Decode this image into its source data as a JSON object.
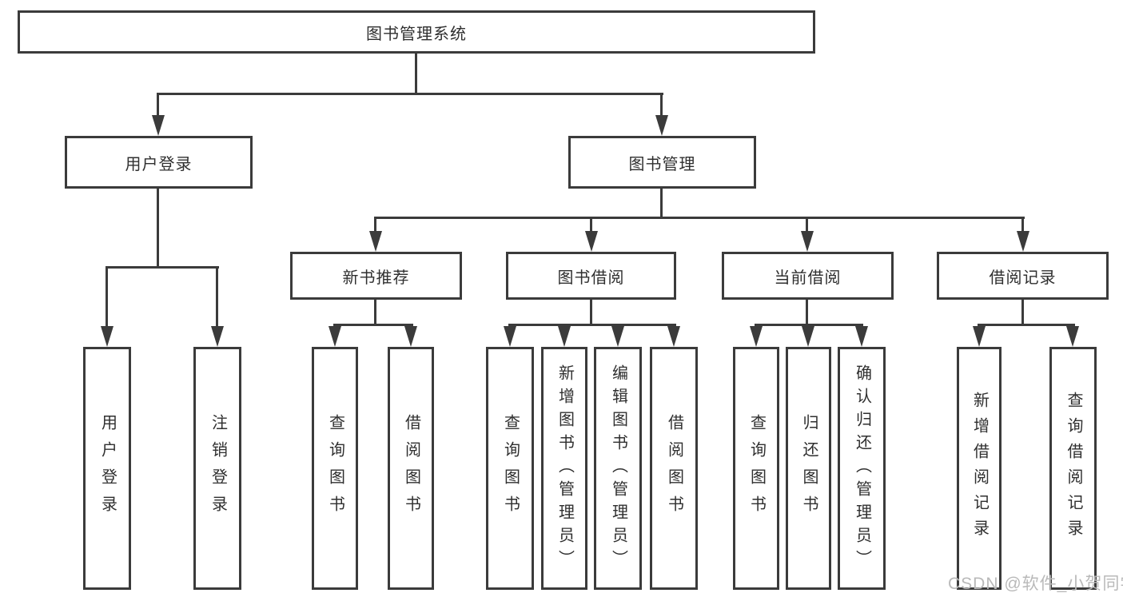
{
  "tree": {
    "label": "图书管理系统",
    "children": [
      {
        "label": "用户登录",
        "children": [
          {
            "label": "用户登录"
          },
          {
            "label": "注销登录"
          }
        ]
      },
      {
        "label": "图书管理",
        "children": [
          {
            "label": "新书推荐",
            "children": [
              {
                "label": "查询图书"
              },
              {
                "label": "借阅图书"
              }
            ]
          },
          {
            "label": "图书借阅",
            "children": [
              {
                "label": "查询图书"
              },
              {
                "label": "新增图书（管理员）"
              },
              {
                "label": "编辑图书（管理员）"
              },
              {
                "label": "借阅图书"
              }
            ]
          },
          {
            "label": "当前借阅",
            "children": [
              {
                "label": "查询图书"
              },
              {
                "label": "归还图书"
              },
              {
                "label": "确认归还（管理员）"
              }
            ]
          },
          {
            "label": "借阅记录",
            "children": [
              {
                "label": "新增借阅记录"
              },
              {
                "label": "查询借阅记录"
              }
            ]
          }
        ]
      }
    ]
  },
  "watermark": "CSDN @软件_小贺同学",
  "colors": {
    "line": "#3b3b3b",
    "text": "#2f2f2f",
    "watermark": "#b9b9b9",
    "background": "#ffffff"
  }
}
